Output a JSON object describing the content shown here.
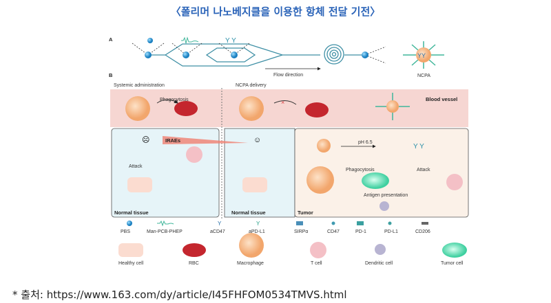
{
  "title": "〈폴리머 나노베지클을 이용한 항체 전달 기전〉",
  "caption": "* 출처: https://www.163.com/dy/article/I45FHFOM0534TMVS.html",
  "figure": {
    "panel_a": {
      "label": "A",
      "flow_label": "Flow direction",
      "particle_label": "NCPA"
    },
    "panel_b": {
      "label": "B",
      "left_header": "Systemic administration",
      "right_header": "NCPA delivery",
      "blood_vessel": "Blood vessel",
      "phagocytosis": "Phagocytosis",
      "irae": "IRAEs",
      "attack": "Attack",
      "normal_tissue": "Normal tissue",
      "tumor": "Tumor",
      "ph": "pH 6.5",
      "antigen_presentation": "Antigen presentation"
    },
    "legend_molecules": [
      "PBS",
      "Man-PCB-PHEP",
      "aCD47",
      "aPD-L1",
      "SIRPα",
      "CD47",
      "PD-1",
      "PD-L1",
      "CD206"
    ],
    "legend_cells": [
      "Healthy cell",
      "RBC",
      "Macrophage",
      "T cell",
      "Dendritic cell",
      "Tumor cell"
    ]
  }
}
